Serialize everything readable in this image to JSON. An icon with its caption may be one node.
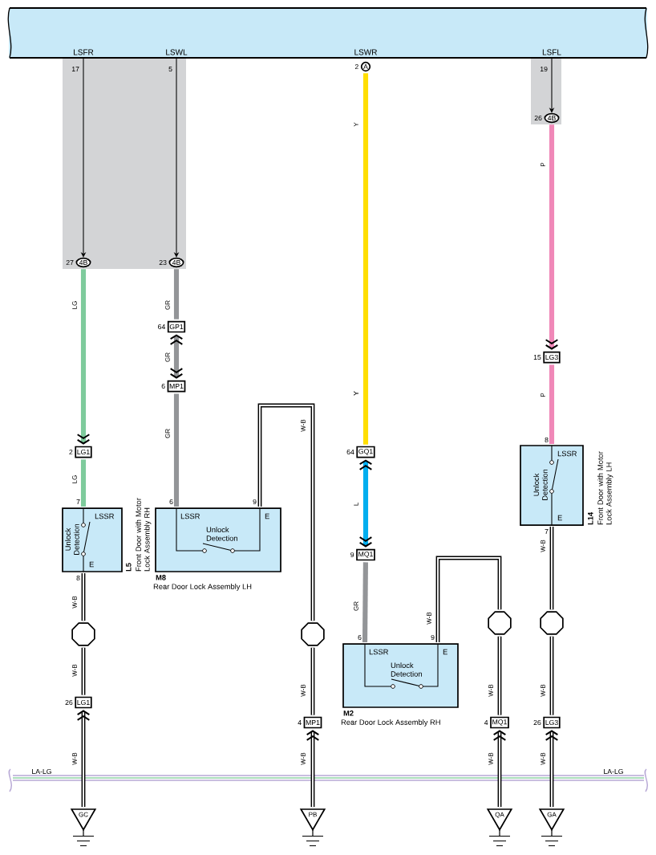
{
  "diagram": {
    "nodes": [
      {
        "text": [
          "LSFR",
          "LSWL",
          "LSWR",
          "LSFL"
        ],
        "beside": [
          "17",
          "5",
          "19"
        ]
      },
      {
        "text": [
          "4B"
        ],
        "beside": [
          "27"
        ]
      },
      {
        "text": [
          "4B"
        ],
        "beside": [
          "23"
        ]
      },
      {
        "text": [
          "A"
        ],
        "beside": [
          "2"
        ]
      },
      {
        "text": [
          "4B"
        ],
        "beside": [
          "26"
        ]
      },
      {
        "text": [
          "GP1"
        ],
        "beside": [
          "64"
        ]
      },
      {
        "text": [
          "MP1"
        ],
        "beside": [
          "6"
        ]
      },
      {
        "text": [
          "LG1"
        ],
        "beside": [
          "2"
        ]
      },
      {
        "text": [
          "GQ1"
        ],
        "beside": [
          "64"
        ]
      },
      {
        "text": [
          "MQ1"
        ],
        "beside": [
          "9"
        ]
      },
      {
        "text": [
          "LG3"
        ],
        "beside": [
          "15"
        ]
      },
      {
        "text": [
          "LSSR",
          "Unlock Detection",
          "E"
        ],
        "beside": [
          "7",
          "8",
          "L5",
          "Front Door with Motor Lock Assembly RH"
        ]
      },
      {
        "text": [
          "LSSR",
          "Unlock Detection",
          "E"
        ],
        "beside": [
          "6",
          "9",
          "M8",
          "Rear Door Lock Assembly LH"
        ]
      },
      {
        "text": [
          "LSSR",
          "Unlock Detection",
          "E"
        ],
        "beside": [
          "6",
          "9",
          "M2",
          "Rear Door Lock Assembly RH"
        ]
      },
      {
        "text": [
          "LSSR",
          "Unlock Detection",
          "E"
        ],
        "beside": [
          "8",
          "7",
          "L14",
          "Front Door with Motor Lock Assembly LH"
        ]
      },
      {
        "text": [],
        "shape": "octagon"
      },
      {
        "text": [],
        "shape": "octagon"
      },
      {
        "text": [],
        "shape": "octagon"
      },
      {
        "text": [],
        "shape": "octagon"
      },
      {
        "text": [
          "LG1"
        ],
        "beside": [
          "26"
        ]
      },
      {
        "text": [
          "MP1"
        ],
        "beside": [
          "4"
        ]
      },
      {
        "text": [
          "MQ1"
        ],
        "beside": [
          "4"
        ]
      },
      {
        "text": [
          "LG3"
        ],
        "beside": [
          "26"
        ]
      },
      {
        "text": [
          "GC"
        ]
      },
      {
        "text": [
          "PB"
        ]
      },
      {
        "text": [
          "QA"
        ]
      },
      {
        "text": [
          "GA"
        ]
      }
    ],
    "edges": [
      {
        "from": 0,
        "to": 1,
        "arrow": "to"
      },
      {
        "from": 0,
        "to": 2,
        "arrow": "to"
      },
      {
        "from": 0,
        "to": 4,
        "arrow": "to"
      },
      {
        "from": 1,
        "to": 7,
        "arrow": "to",
        "label": "LG",
        "color": "#7ecb9c"
      },
      {
        "from": 7,
        "to": 11,
        "arrow": "none",
        "label": "LG",
        "color": "#7ecb9c"
      },
      {
        "from": 2,
        "to": 5,
        "arrow": "none",
        "label": "GR",
        "color": "#939598"
      },
      {
        "from": 5,
        "to": 6,
        "arrow": "both",
        "label": "GR",
        "color": "#939598"
      },
      {
        "from": 6,
        "to": 12,
        "arrow": "none",
        "label": "GR",
        "color": "#939598"
      },
      {
        "from": 3,
        "to": 8,
        "arrow": "none",
        "label": "Y",
        "color": "#ffde00"
      },
      {
        "from": 8,
        "to": 9,
        "arrow": "both",
        "label": "L",
        "color": "#00aeef"
      },
      {
        "from": 9,
        "to": 13,
        "arrow": "none",
        "label": "GR",
        "color": "#939598"
      },
      {
        "from": 4,
        "to": 10,
        "arrow": "to",
        "label": "P",
        "color": "#f088b8"
      },
      {
        "from": 10,
        "to": 14,
        "arrow": "none",
        "label": "P",
        "color": "#f088b8"
      },
      {
        "from": 11,
        "to": 15,
        "arrow": "none",
        "label": "W-B"
      },
      {
        "from": 15,
        "to": 19,
        "arrow": "none",
        "label": "W-B"
      },
      {
        "from": 23,
        "to": 19,
        "arrow": "to",
        "label": "W-B"
      },
      {
        "from": 12,
        "to": 16,
        "arrow": "none",
        "label": "W-B"
      },
      {
        "from": 16,
        "to": 20,
        "arrow": "none",
        "label": "W-B"
      },
      {
        "from": 24,
        "to": 20,
        "arrow": "to",
        "label": "W-B"
      },
      {
        "from": 13,
        "to": 17,
        "arrow": "none",
        "label": "W-B"
      },
      {
        "from": 17,
        "to": 21,
        "arrow": "none",
        "label": "W-B"
      },
      {
        "from": 25,
        "to": 21,
        "arrow": "to",
        "label": "W-B"
      },
      {
        "from": 14,
        "to": 18,
        "arrow": "none",
        "label": "W-B"
      },
      {
        "from": 18,
        "to": 22,
        "arrow": "none",
        "label": "W-B"
      },
      {
        "from": 26,
        "to": 22,
        "arrow": "to",
        "label": "W-B"
      }
    ],
    "labels": [
      "Y",
      "LA-LG",
      "LA-LG"
    ]
  }
}
